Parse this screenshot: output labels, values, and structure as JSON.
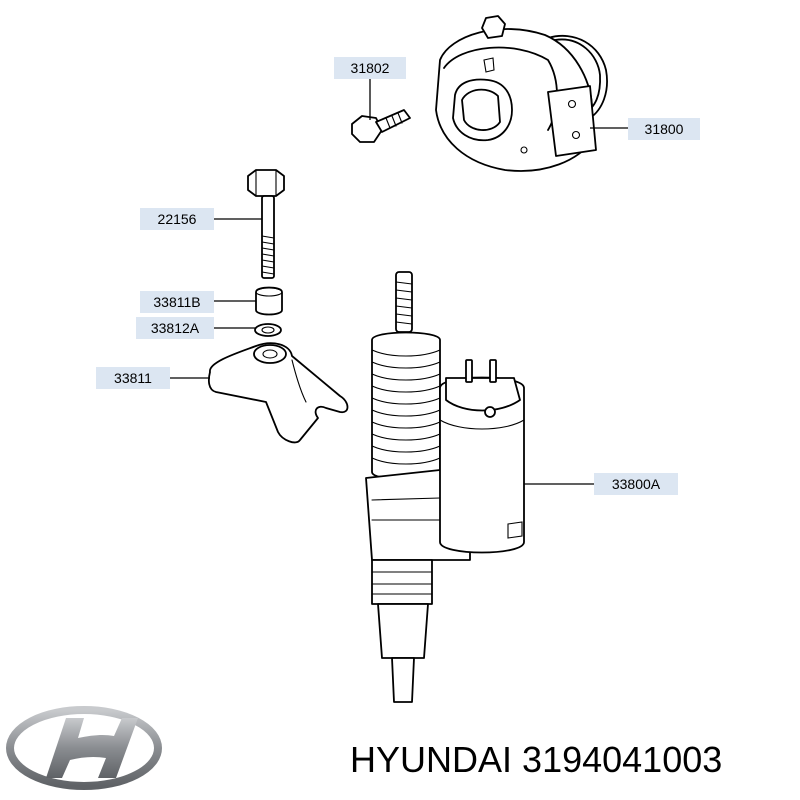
{
  "callouts": {
    "c31802": "31802",
    "c31800": "31800",
    "c22156": "22156",
    "c33811B": "33811B",
    "c33812A": "33812A",
    "c33811": "33811",
    "c33800A": "33800A"
  },
  "caption": {
    "brand": "HYUNDAI",
    "part_number": "3194041003"
  },
  "logo": {
    "name": "hyundai-logo",
    "color": "#8a8d91"
  },
  "colors": {
    "callout_fill": "#dce6f2",
    "line": "#000000"
  }
}
